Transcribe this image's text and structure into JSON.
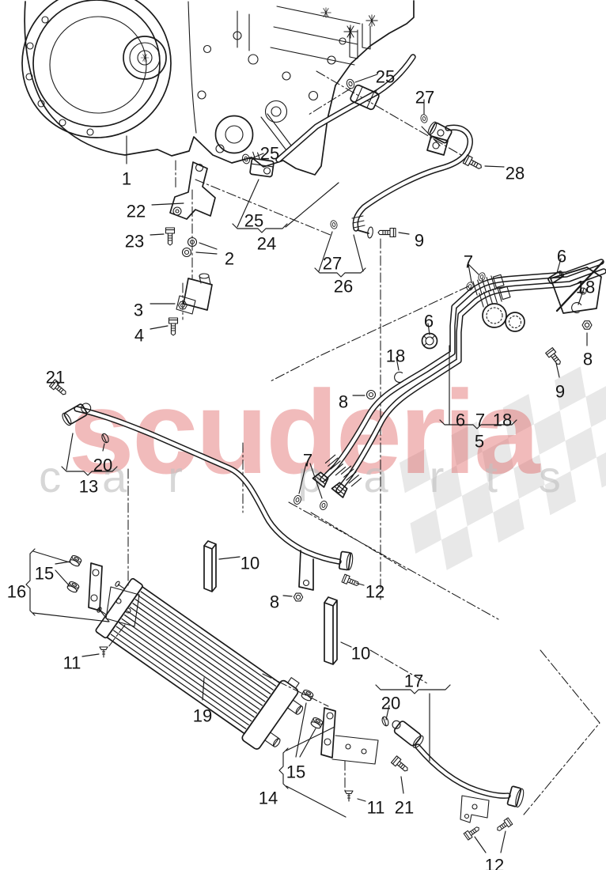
{
  "watermark": {
    "brand": "scuderia",
    "subtitle": "car parts",
    "brand_color": "#e06060",
    "subtitle_color": "#c2c2c2",
    "flag_color": "#d6d6d6"
  },
  "drawing": {
    "line_color": "#1a1a1a",
    "background": "#ffffff"
  },
  "callouts": [
    {
      "t": "1"
    },
    {
      "t": "22"
    },
    {
      "t": "23"
    },
    {
      "t": "2"
    },
    {
      "t": "3"
    },
    {
      "t": "4"
    },
    {
      "t": "25"
    },
    {
      "t": "25"
    },
    {
      "t": "24"
    },
    {
      "t": "27"
    },
    {
      "t": "26"
    },
    {
      "t": "25"
    },
    {
      "t": "27"
    },
    {
      "t": "28"
    },
    {
      "t": "9"
    },
    {
      "t": "7"
    },
    {
      "t": "6"
    },
    {
      "t": "18"
    },
    {
      "t": "8"
    },
    {
      "t": "9"
    },
    {
      "t": "6"
    },
    {
      "t": "18"
    },
    {
      "t": "8"
    },
    {
      "t": "21"
    },
    {
      "t": "20"
    },
    {
      "t": "13"
    },
    {
      "t": "7"
    },
    {
      "t": "6"
    },
    {
      "t": "7"
    },
    {
      "t": "18"
    },
    {
      "t": "5"
    },
    {
      "t": "15"
    },
    {
      "t": "16"
    },
    {
      "t": "10"
    },
    {
      "t": "8"
    },
    {
      "t": "12"
    },
    {
      "t": "11"
    },
    {
      "t": "19"
    },
    {
      "t": "10"
    },
    {
      "t": "17"
    },
    {
      "t": "20"
    },
    {
      "t": "15"
    },
    {
      "t": "14"
    },
    {
      "t": "11"
    },
    {
      "t": "21"
    },
    {
      "t": "12"
    }
  ]
}
